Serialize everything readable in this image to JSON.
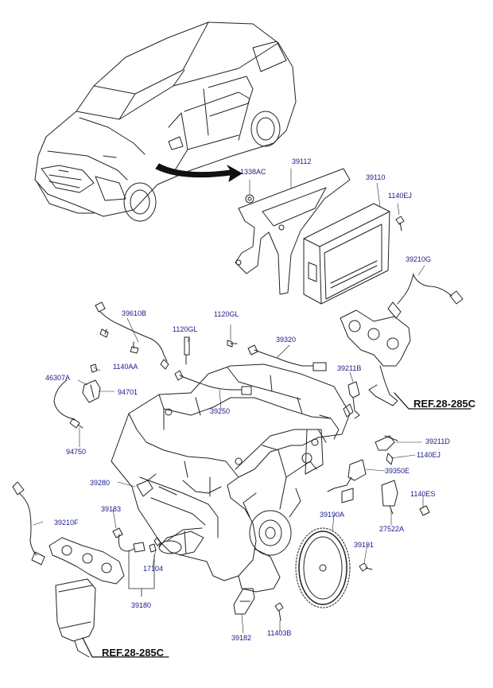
{
  "diagram": {
    "part_numbers": {
      "p1338AC": "1338AC",
      "p39112": "39112",
      "p39110": "39110",
      "p1140EJ_top": "1140EJ",
      "p39210G": "39210G",
      "p39610B": "39610B",
      "p1120GL_a": "1120GL",
      "p1120GL_b": "1120GL",
      "p39320": "39320",
      "p39211B": "39211B",
      "p1140AA": "1140AA",
      "p46307A": "46307A",
      "p94701": "94701",
      "p39250": "39250",
      "p94750": "94750",
      "p39211D": "39211D",
      "p1140EJ_mid": "1140EJ",
      "p39350E": "39350E",
      "p39280": "39280",
      "p1140ES": "1140ES",
      "p39183": "39183",
      "p39190A": "39190A",
      "p27522A": "27522A",
      "p39210F": "39210F",
      "p39191": "39191",
      "p17104": "17104",
      "p39180": "39180",
      "p39182": "39182",
      "p11403B": "11403B"
    },
    "references": {
      "ref_right": "REF.28-285C",
      "ref_left": "REF.28-285C"
    },
    "colors": {
      "line": "#222222",
      "label": "#1a1a8a",
      "reference": "#111111"
    },
    "icons": [
      "vehicle-illustration",
      "ecu-module",
      "bracket",
      "oxygen-sensor",
      "wiring-harness",
      "engine-block",
      "flywheel",
      "exhaust-manifold",
      "catalytic-converter",
      "bolt",
      "nut",
      "arrow"
    ]
  }
}
